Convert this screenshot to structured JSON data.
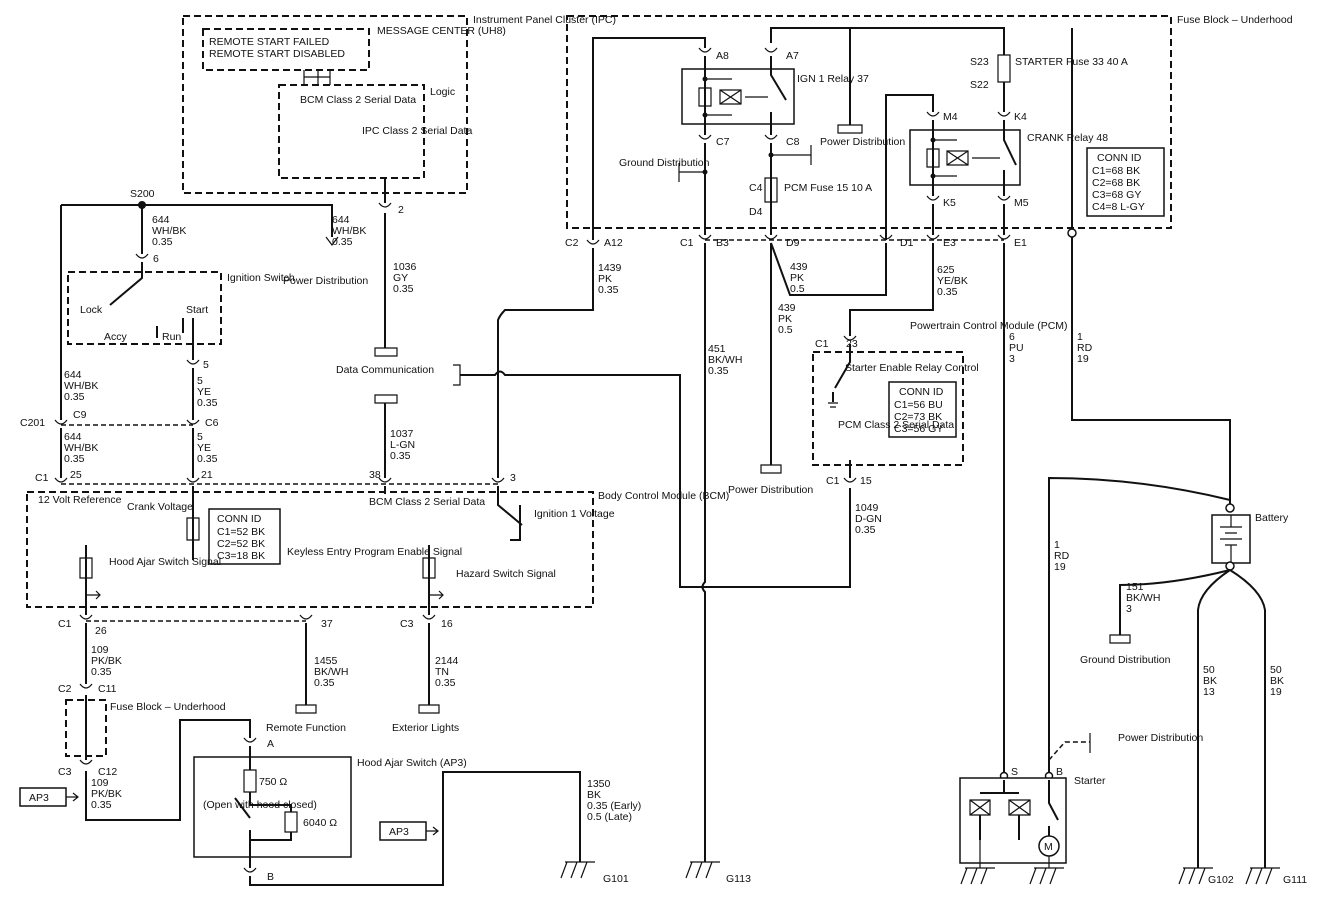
{
  "ipc": {
    "title": "Instrument Panel Cluster (IPC)",
    "msg_center": "MESSAGE CENTER (UH8)",
    "msg1": "REMOTE START FAILED",
    "msg2": "REMOTE START DISABLED",
    "logic": "Logic",
    "bcm_serial": "BCM Class 2 Serial Data",
    "ipc_serial": "IPC Class 2 Serial Data",
    "pin": "2"
  },
  "splices": {
    "s200": "S200",
    "c201": "C201"
  },
  "wires": {
    "w644a": [
      "644",
      "WH/BK",
      "0.35"
    ],
    "w644b": [
      "644",
      "WH/BK",
      "0.35"
    ],
    "w644c": [
      "644",
      "WH/BK",
      "0.35"
    ],
    "w644d": [
      "644",
      "WH/BK",
      "0.35"
    ],
    "w5a": [
      "5",
      "YE",
      "0.35"
    ],
    "w5b": [
      "5",
      "YE",
      "0.35"
    ],
    "w1036": [
      "1036",
      "GY",
      "0.35"
    ],
    "w1037": [
      "1037",
      "L-GN",
      "0.35"
    ],
    "w1439": [
      "1439",
      "PK",
      "0.35"
    ],
    "w451": [
      "451",
      "BK/WH",
      "0.35"
    ],
    "w439a": [
      "439",
      "PK",
      "0.5"
    ],
    "w439b": [
      "439",
      "PK",
      "0.5"
    ],
    "w625": [
      "625",
      "YE/BK",
      "0.35"
    ],
    "w6": [
      "6",
      "PU",
      "3"
    ],
    "w1rd_a": [
      "1",
      "RD",
      "19"
    ],
    "w1rd_b": [
      "1",
      "RD",
      "19"
    ],
    "w1049": [
      "1049",
      "D-GN",
      "0.35"
    ],
    "w151": [
      "151",
      "BK/WH",
      "3"
    ],
    "w50a": [
      "50",
      "BK",
      "13"
    ],
    "w50b": [
      "50",
      "BK",
      "19"
    ],
    "w109a": [
      "109",
      "PK/BK",
      "0.35"
    ],
    "w109b": [
      "109",
      "PK/BK",
      "0.35"
    ],
    "w1455": [
      "1455",
      "BK/WH",
      "0.35"
    ],
    "w2144": [
      "2144",
      "TN",
      "0.35"
    ],
    "w1350": [
      "1350",
      "BK",
      "0.35 (Early)",
      "0.5 (Late)"
    ]
  },
  "labels": {
    "power_dist": "Power Distribution",
    "ground_dist": "Ground Distribution",
    "data_comm": "Data Communication",
    "remote_function": "Remote Function",
    "exterior_lights": "Exterior Lights"
  },
  "ign_switch": {
    "title": "Ignition Switch",
    "lock": "Lock",
    "accy": "Accy",
    "run": "Run",
    "start": "Start",
    "pin6": "6",
    "pin5": "5"
  },
  "bcm": {
    "title": "Body Control Module (BCM)",
    "ref12v": "12 Volt Reference",
    "crank_v": "Crank Voltage",
    "bcm_serial": "BCM Class 2 Serial Data",
    "ign1_v": "Ignition 1 Voltage",
    "hood_ajar": "Hood Ajar Switch Signal",
    "keyless": "Keyless Entry Program Enable Signal",
    "hazard": "Hazard Switch Signal",
    "conn_id": {
      "title": "CONN ID",
      "rows": [
        "C1=52 BK",
        "C2=52 BK",
        "C3=18 BK"
      ]
    },
    "pins_top": {
      "c1": "C1",
      "p25": "25",
      "p21": "21",
      "p38": "38",
      "p3": "3"
    },
    "pins_bot": {
      "c1": "C1",
      "p26": "26",
      "p37": "37",
      "c3": "C3",
      "p16": "16"
    }
  },
  "connectors": {
    "c9": "C9",
    "c6": "C6",
    "c2": "C2",
    "c11": "C11",
    "c3": "C3",
    "c12": "C12"
  },
  "fuse_small": {
    "title": "Fuse Block – Underhood"
  },
  "ap3": "AP3",
  "hood_switch": {
    "title": "Hood Ajar Switch (AP3)",
    "r1": "750 Ω",
    "r2": "6040 Ω",
    "note": "(Open with hood closed)",
    "pinA": "A",
    "pinB": "B"
  },
  "fuse_block": {
    "title": "Fuse Block – Underhood",
    "ign1": "IGN 1 Relay 37",
    "crank": "CRANK Relay 48",
    "starter_fuse": "STARTER Fuse 33 40 A",
    "pcm_fuse": "PCM Fuse 15 10 A",
    "pins": {
      "a8": "A8",
      "a7": "A7",
      "c7": "C7",
      "c8": "C8",
      "s23": "S23",
      "s22": "S22",
      "m4": "M4",
      "k4": "K4",
      "k5": "K5",
      "m5": "M5",
      "c4": "C4",
      "d4": "D4",
      "c2": "C2",
      "a12": "A12",
      "c1": "C1",
      "b3": "B3",
      "d9": "D9",
      "d1": "D1",
      "e3": "E3",
      "e1": "E1"
    },
    "conn_id": {
      "title": "CONN ID",
      "rows": [
        "C1=68 BK",
        "C2=68 BK",
        "C3=68 GY",
        "C4=8 L-GY"
      ]
    }
  },
  "pcm": {
    "title": "Powertrain Control Module (PCM)",
    "starter_relay": "Starter Enable Relay Control",
    "serial": "PCM Class 2 Serial Data",
    "conn_id": {
      "title": "CONN ID",
      "rows": [
        "C1=56 BU",
        "C2=73 BK",
        "C3=56 GY"
      ]
    },
    "c1a": "C1",
    "p23": "23",
    "c1b": "C1",
    "p15": "15"
  },
  "battery": "Battery",
  "starter": {
    "title": "Starter",
    "s": "S",
    "b": "B"
  },
  "grounds": {
    "g101": "G101",
    "g113": "G113",
    "g102": "G102",
    "g111": "G111"
  }
}
